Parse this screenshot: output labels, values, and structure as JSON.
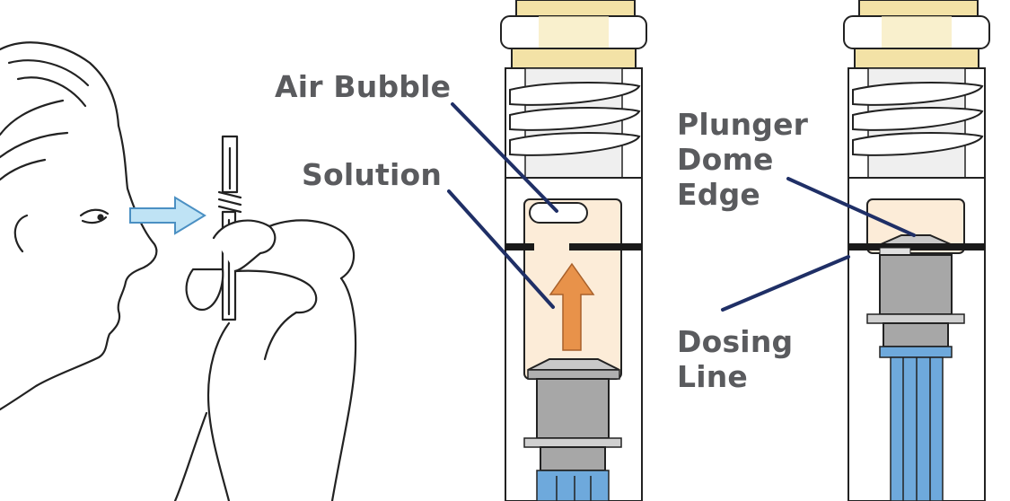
{
  "labels": {
    "air_bubble": "Air Bubble",
    "solution": "Solution",
    "plunger_line1": "Plunger",
    "plunger_line2": "Dome",
    "plunger_line3": "Edge",
    "dosing_line1": "Dosing",
    "dosing_line2": "Line"
  },
  "colors": {
    "label_text": "#5a5b5e",
    "pointer_line": "#1f2f66",
    "gaze_arrow": "#bfe3f5",
    "solution_fill": "#fcecd8",
    "up_arrow": "#e8924a",
    "cap_yellow": "#f3e2a6",
    "plunger_gray": "#a7a7a7",
    "rod_blue": "#6ea9dc",
    "dosing_mark": "#1a1a1a"
  },
  "icons": [
    "eye-gaze-arrow-icon",
    "up-arrow-icon"
  ]
}
